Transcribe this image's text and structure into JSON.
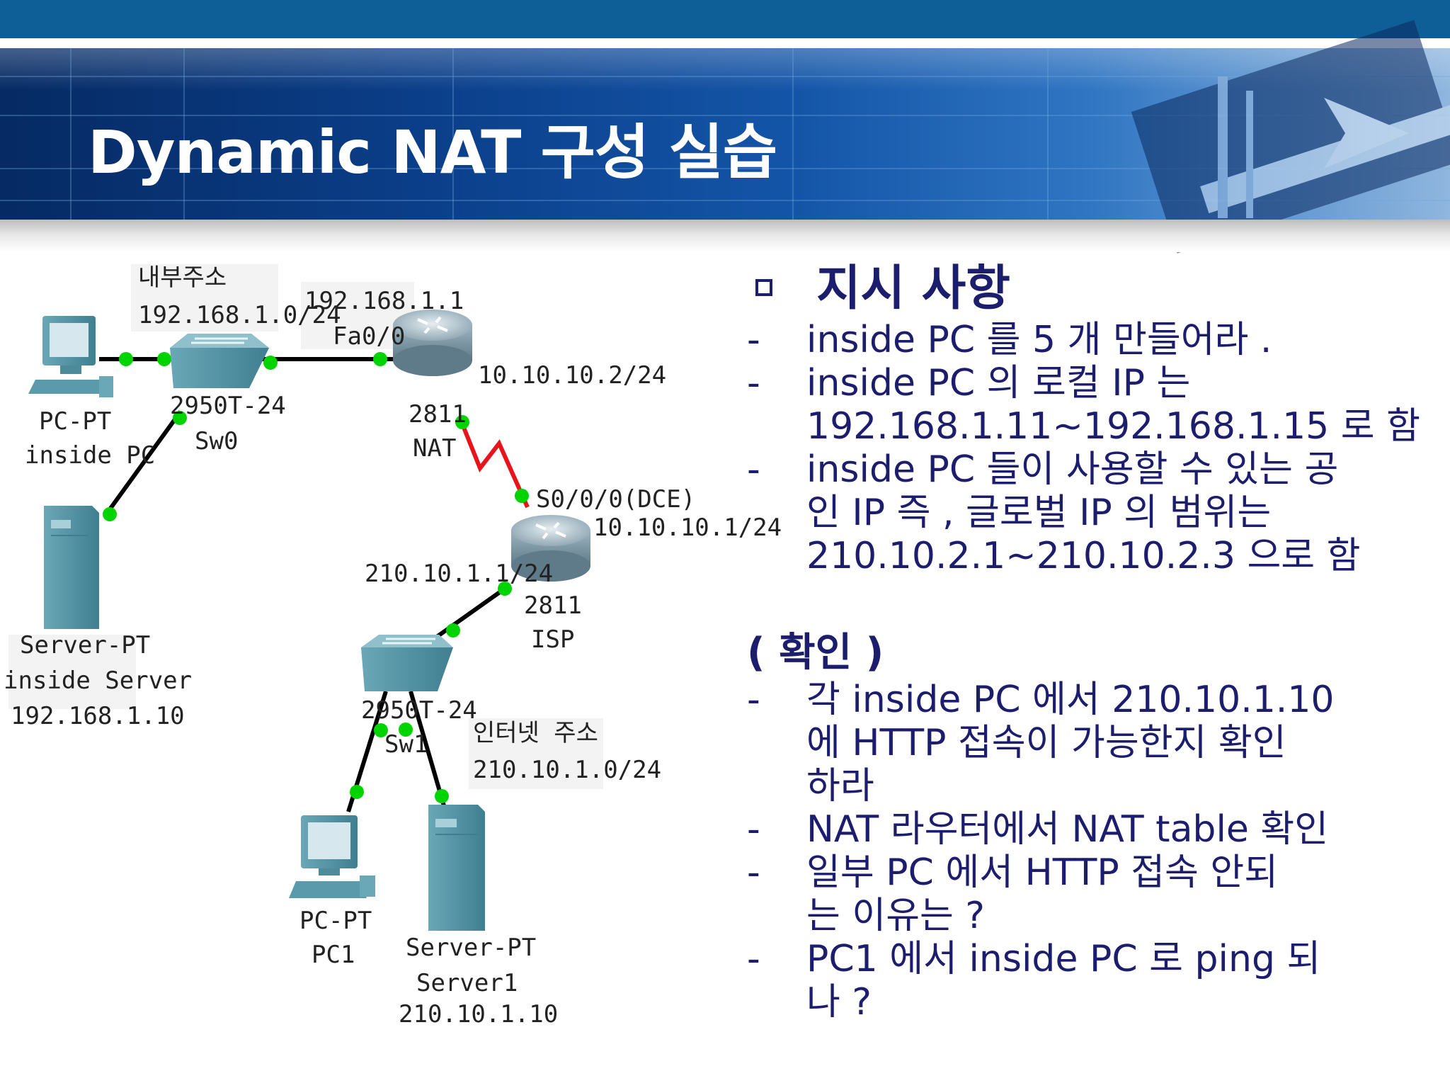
{
  "title": "Dynamic NAT 구성 실습",
  "diagram": {
    "labels": {
      "inner_addr_title": "내부주소",
      "inner_addr_net": "192.168.1.0/24",
      "gw_ip": "192.168.1.1",
      "fa_if": "Fa0/0",
      "nat_wan_ip": "10.10.10.2/24",
      "sw0_model": "2950T-24",
      "sw0_name": "Sw0",
      "pc_type": "PC-PT",
      "pc_name": "inside PC",
      "nat_model": "2811",
      "nat_name": "NAT",
      "s0_if": "S0/0/0(DCE)",
      "isp_wan_ip": "10.10.10.1/24",
      "isp_lan_ip": "210.10.1.1/24",
      "isp_model": "2811",
      "isp_name": "ISP",
      "server_type": "Server-PT",
      "server_name": "inside Server",
      "server_ip": "192.168.1.10",
      "sw1_model": "2950T-24",
      "sw1_name": "Sw1",
      "inet_title": "인터넷 주소",
      "inet_net": "210.10.1.0/24",
      "pc1_type": "PC-PT",
      "pc1_name": "PC1",
      "server1_type": "Server-PT",
      "server1_name": "Server1",
      "server1_ip": "210.10.1.10"
    },
    "colors": {
      "link": "#000000",
      "serial_link": "#e8141b",
      "link_light": "#00d400",
      "device": "#5b9aaa"
    }
  },
  "instructions": {
    "heading": "지시 사항",
    "items": [
      [
        "inside PC 를  5 개 만들어라 ."
      ],
      [
        "inside PC 의 로컬  IP 는",
        "192.168.1.11~192.168.1.15 로 함"
      ],
      [
        "inside PC 들이 사용할 수 있는 공",
        "인  IP  즉 ,  글로벌  IP 의 범위는",
        "210.10.2.1~210.10.2.3 으로 함"
      ]
    ]
  },
  "check": {
    "heading": "( 확인 )",
    "items": [
      [
        "각  inside PC 에서  210.10.1.10",
        "에  HTTP  접속이 가능한지 확인",
        "하라"
      ],
      [
        "NAT 라우터에서  NAT table  확인"
      ],
      [
        "일부  PC 에서  HTTP  접속 안되",
        "는 이유는 ?"
      ],
      [
        "PC1 에서  inside PC 로  ping  되",
        "나 ?"
      ]
    ]
  },
  "dash": "-"
}
